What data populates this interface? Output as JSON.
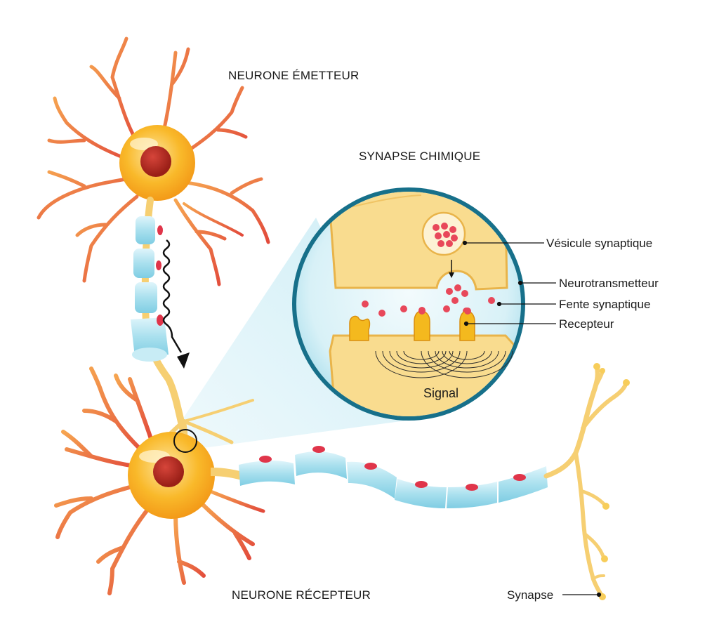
{
  "labels": {
    "sending_neuron": "NEURONE ÉMETTEUR",
    "receiving_neuron": "NEURONE RÉCEPTEUR",
    "chemical_synapse": "SYNAPSE CHIMIQUE"
  },
  "callouts": {
    "vesicle": "Vésicule synaptique",
    "neurotransmitter": "Neurotransmetteur",
    "cleft": "Fente synaptique",
    "receptor": "Recepteur",
    "signal": "Signal",
    "synapse": "Synapse"
  },
  "colors": {
    "dendrite": "#e8553f",
    "soma": "#f6b21b",
    "nucleus": "#b3261e",
    "myelin": "#a8e2f0",
    "node_red": "#e0354a",
    "terminal": "#f7cd5a",
    "lens_ring": "#1e7f99",
    "cell_fill": "#f9dc8f",
    "cleft": "#dff2f7"
  }
}
